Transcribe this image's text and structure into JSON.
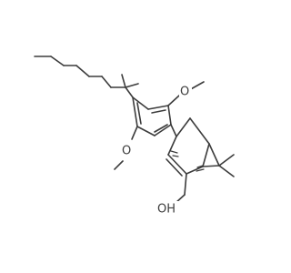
{
  "structure": {
    "labels": {
      "o_upper": "O",
      "o_lower": "O",
      "hydroxyl": "OH"
    }
  }
}
